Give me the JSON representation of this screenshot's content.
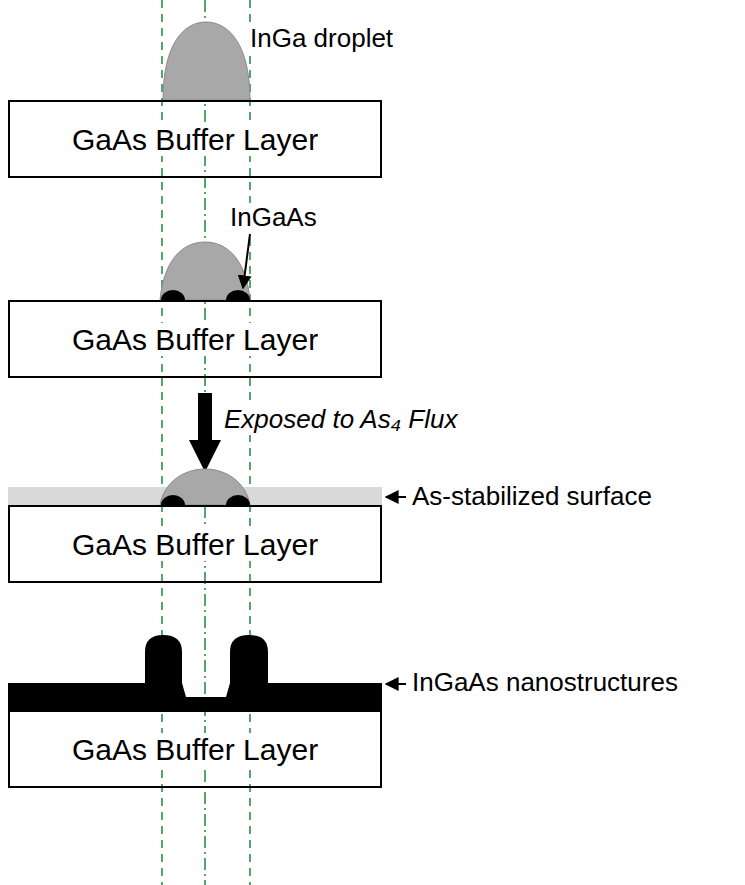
{
  "diagram": {
    "nodes": [
      {
        "text": [
          "GaAs Buffer Layer"
        ]
      },
      {
        "text": [
          "GaAs Buffer Layer"
        ]
      },
      {
        "text": [
          "GaAs Buffer Layer"
        ]
      },
      {
        "text": [
          "GaAs Buffer Layer"
        ]
      }
    ],
    "labels": [
      "InGa droplet",
      "InGaAs",
      "Exposed to As₄ Flux",
      "As-stabilized surface",
      "InGaAs nanostructures"
    ]
  }
}
